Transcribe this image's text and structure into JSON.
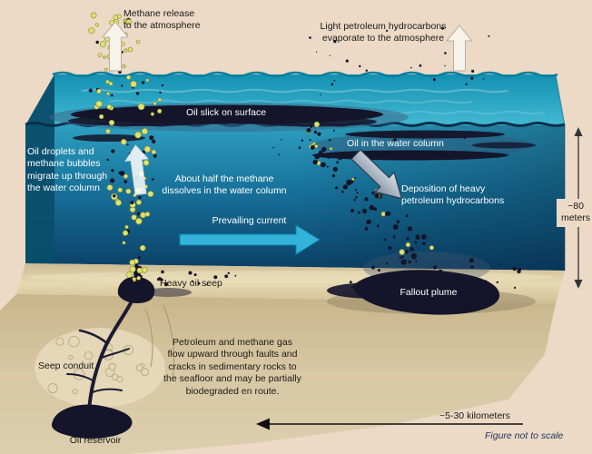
{
  "labels": {
    "methane_release": "Methane release\nto the atmosphere",
    "evaporate": "Light petroleum hydrocarbons\nevaporate to the atmosphere",
    "oil_slick": "Oil slick on surface",
    "oil_in_water": "Oil in the water column",
    "oil_droplets": "Oil droplets and\nmethane bubbles\nmigrate up through\nthe water column",
    "methane_dissolves": "About half the methane\ndissolves in the water column",
    "prevailing_current": "Prevailing current",
    "deposition": "Deposition of heavy\npetroleum hydrocarbons",
    "heavy_oil_seep": "Heavy oil seep",
    "fallout_plume": "Fallout plume",
    "seep_conduit": "Seep conduit",
    "petroleum_flow": "Petroleum and methane gas\nflow upward through faults and\ncracks in sedimentary rocks to\nthe seafloor and may be partially\nbiodegraded en route.",
    "oil_reservoir": "Oil reservoir",
    "depth": "~80\nmeters",
    "distance": "~5-30 kilometers",
    "not_to_scale": "Figure not to scale"
  },
  "colors": {
    "sky": "#ecd9c6",
    "water_surface": "#2fa9c4",
    "water_shallow": "#2d9fc0",
    "water_deep": "#0b3f66",
    "side_face": "#0a4e6c",
    "seafloor_top": "#ddcda6",
    "sediment": "#d3c19c",
    "oil": "#14142a",
    "methane_bubble": "#dde26f",
    "current_arrow": "#33b3da",
    "deposition_arrow": "#aeb8c4",
    "text_dark": "#1a1a1a",
    "text_light": "#ffffff"
  }
}
